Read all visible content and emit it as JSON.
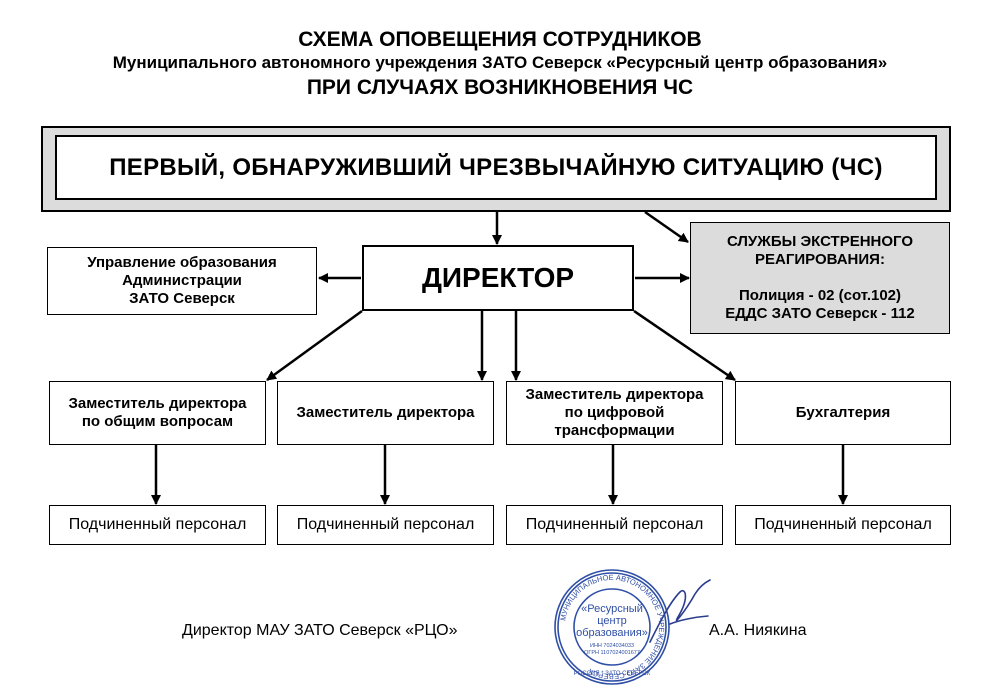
{
  "header": {
    "title_line1": "СХЕМА ОПОВЕЩЕНИЯ СОТРУДНИКОВ",
    "title_line2": "Муниципального автономного учреждения ЗАТО Северск «Ресурсный центр образования»",
    "title_line3": "ПРИ СЛУЧАЯХ ВОЗНИКНОВЕНИЯ ЧС"
  },
  "nodes": {
    "first": "ПЕРВЫЙ, ОБНАРУЖИВШИЙ ЧРЕЗВЫЧАЙНУЮ СИТУАЦИЮ (ЧС)",
    "director": "ДИРЕКТОР",
    "admin": {
      "line1": "Управление образования",
      "line2": "Администрации",
      "line3": "ЗАТО Северск"
    },
    "emergency": {
      "line1": "СЛУЖБЫ  ЭКСТРЕННОГО",
      "line2": "РЕАГИРОВАНИЯ:",
      "line3": "Полиция - 02 (сот.102)",
      "line4": "ЕДДС ЗАТО Северск - 112"
    },
    "departments": [
      {
        "line1": "Заместитель директора",
        "line2": "по общим вопросам"
      },
      {
        "line1": "Заместитель директора"
      },
      {
        "line1": "Заместитель директора",
        "line2": "по цифровой",
        "line3": "трансформации"
      },
      {
        "line1": "Бухгалтерия"
      }
    ],
    "staff": [
      "Подчиненный персонал",
      "Подчиненный персонал",
      "Подчиненный персонал",
      "Подчиненный персонал"
    ]
  },
  "footer": {
    "director_title": "Директор МАУ ЗАТО Северск «РЦО»",
    "director_name": "А.А. Ниякина"
  },
  "stamp": {
    "ring_text": "МУНИЦИПАЛЬНОЕ АВТОНОМНОЕ УЧРЕЖДЕНИЕ ЗАТО СЕВЕРСК",
    "center_line1": "«Ресурсный",
    "center_line2": "центр",
    "center_line3": "образования»",
    "inn": "ИНН 7024034033",
    "ogrn": "ОГРН 1107024001677",
    "bottom": "РОССИЯ * ЗАТО СЕВЕРСК",
    "color": "#2f4fa6"
  }
}
